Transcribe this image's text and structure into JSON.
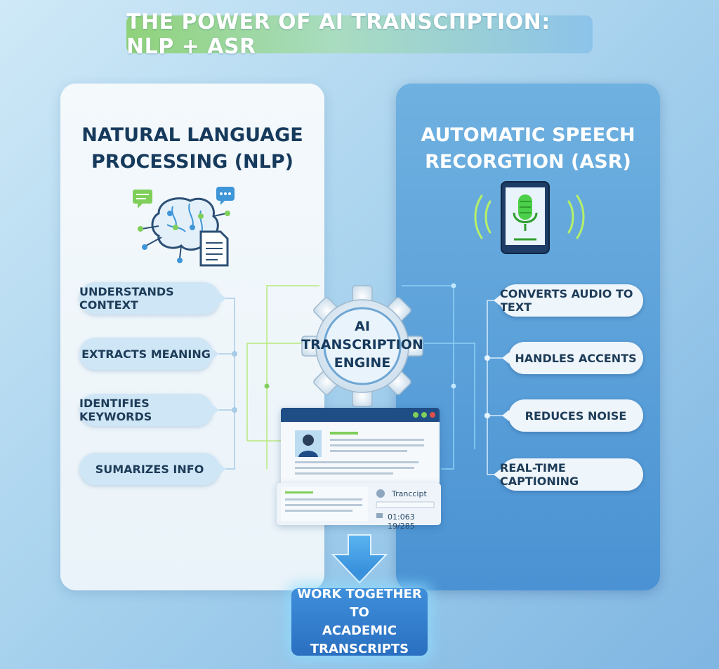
{
  "title": "THE POWER OF AI TRANSCПPTION: NLP + ASR",
  "nlp": {
    "title": "NATURAL LANGUAGE\nPROCESSING (NLP)",
    "items": [
      "UNDERSTANDS CONTEXT",
      "EXTRACTS MEANING",
      "IDENTIFIES KEYWORDS",
      "SUMARIZES INFO"
    ]
  },
  "asr": {
    "title": "AUTOMATIC SPEECH\nRECORGTION (ASR)",
    "items": [
      "CONVERTS AUDIO TO TEXT",
      "HANDLES ACCENTS",
      "REDUCES NOISE",
      "REAL-TIME CAPTIONING"
    ]
  },
  "engine": {
    "label": "AI\nTRANSCRIPTION\nENGINE"
  },
  "transcript_card": {
    "label": "Tranccipt",
    "meta": "01:063 19/285"
  },
  "result": {
    "label": "WORK TOGETHER TO\nACADEMIC\nTRANSCRIPTS"
  },
  "colors": {
    "green_accent": "#7fcf5a",
    "blue_accent": "#2a6fc0",
    "navy_text": "#163a5c"
  },
  "icons": [
    "brain-network-icon",
    "chat-bubble-icon",
    "document-icon",
    "phone-microphone-icon",
    "sound-wave-icon",
    "gear-icon",
    "user-avatar-icon",
    "down-arrow-icon"
  ]
}
